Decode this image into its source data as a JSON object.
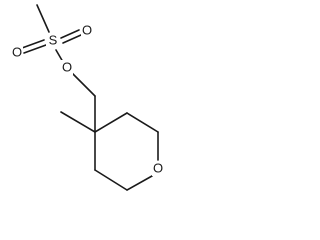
{
  "molecule": {
    "atoms": {
      "sulfur": "S",
      "sulfonyl_oxygen_left": "O",
      "sulfonyl_oxygen_right": "O",
      "ester_oxygen": "O",
      "ring_oxygen": "O"
    },
    "colors": {
      "bond": "#1a1a1a",
      "text": "#1a1a1a",
      "background": "#ffffff"
    }
  }
}
